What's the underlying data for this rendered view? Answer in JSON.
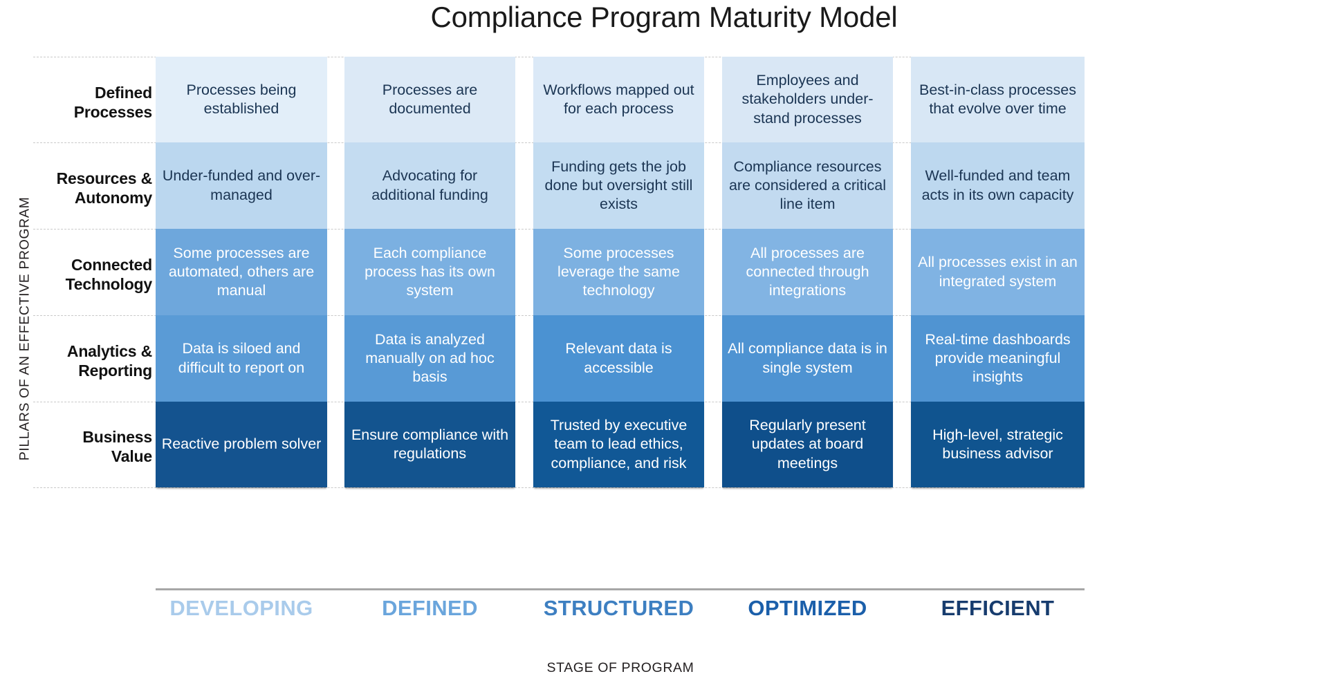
{
  "title": "Compliance Program Maturity Model",
  "axes": {
    "y_label": "PILLARS OF AN EFFECTIVE PROGRAM",
    "x_label": "STAGE OF PROGRAM"
  },
  "chart_data": {
    "type": "heatmap",
    "title": "Compliance Program Maturity Model",
    "xlabel": "STAGE OF PROGRAM",
    "ylabel": "PILLARS OF AN EFFECTIVE PROGRAM",
    "grid": true,
    "legend": "none",
    "categories": [
      "DEVELOPING",
      "DEFINED",
      "STRUCTURED",
      "OPTIMIZED",
      "EFFICIENT"
    ],
    "rows": [
      "Defined Processes",
      "Resources & Autonomy",
      "Connected Technology",
      "Analytics & Reporting",
      "Business Value"
    ],
    "maturity_levels": [
      1,
      2,
      3,
      4,
      5
    ],
    "cells": [
      [
        "Processes being established",
        "Processes are documented",
        "Workflows mapped out for each process",
        "Employees and stakeholders under-stand processes",
        "Best-in-class processes that evolve over time"
      ],
      [
        "Under-funded and over-managed",
        "Advocating for additional funding",
        "Funding gets the job done but oversight still exists",
        "Compliance resources are considered a critical line item",
        "Well-funded and team acts in its own capacity"
      ],
      [
        "Some processes are automated, others are manual",
        "Each compliance process has its own system",
        "Some processes leverage the same technology",
        "All processes are connected through integrations",
        "All processes exist in an integrated system"
      ],
      [
        "Data is siloed and difficult to report on",
        "Data is analyzed manually on ad hoc basis",
        "Relevant data is accessible",
        "All compliance data is in single system",
        "Real-time dashboards provide meaningful insights"
      ],
      [
        "Reactive problem solver",
        "Ensure compliance with regulations",
        "Trusted by executive team to lead ethics, compliance, and risk",
        "Regularly present updates at board meetings",
        "High-level, strategic business advisor"
      ]
    ]
  },
  "rows": [
    {
      "label_line1": "Defined",
      "label_line2": "Processes"
    },
    {
      "label_line1": "Resources &",
      "label_line2": "Autonomy"
    },
    {
      "label_line1": "Connected",
      "label_line2": "Technology"
    },
    {
      "label_line1": "Analytics &",
      "label_line2": "Reporting"
    },
    {
      "label_line1": "Business",
      "label_line2": "Value"
    }
  ],
  "stages": [
    {
      "label": "DEVELOPING",
      "color": "#a9cbeb"
    },
    {
      "label": "DEFINED",
      "color": "#6aa5dc"
    },
    {
      "label": "STRUCTURED",
      "color": "#3d7fc1"
    },
    {
      "label": "OPTIMIZED",
      "color": "#1b5faa"
    },
    {
      "label": "EFFICIENT",
      "color": "#173c6e"
    }
  ],
  "cells": {
    "c0": [
      {
        "text": "Processes being established",
        "bg": "#e2eef9",
        "text_color": "#1b3553"
      },
      {
        "text": "Under-funded and over-managed",
        "bg": "#bbd7ef",
        "text_color": "#1b3553"
      },
      {
        "text": "Some processes are automated, others are manual",
        "bg": "#6ea7dc",
        "text_color": "#ffffff"
      },
      {
        "text": "Data is siloed and difficult to report on",
        "bg": "#5a9bd6",
        "text_color": "#ffffff"
      },
      {
        "text": "Reactive problem solver",
        "bg": "#14538f",
        "text_color": "#ffffff"
      }
    ],
    "c1": [
      {
        "text": "Processes are documented",
        "bg": "#dce9f6",
        "text_color": "#1b3553"
      },
      {
        "text": "Advocating for additional funding",
        "bg": "#c4dcf1",
        "text_color": "#1b3553"
      },
      {
        "text": "Each compliance process has its own system",
        "bg": "#7bb0e1",
        "text_color": "#ffffff"
      },
      {
        "text": "Data is analyzed manually on ad hoc basis",
        "bg": "#589ad6",
        "text_color": "#ffffff"
      },
      {
        "text": "Ensure compliance with regulations",
        "bg": "#13548f",
        "text_color": "#ffffff"
      }
    ],
    "c2": [
      {
        "text": "Workflows mapped out for each process",
        "bg": "#dbe9f7",
        "text_color": "#1b3553"
      },
      {
        "text": "Funding gets the job done but oversight still exists",
        "bg": "#c3dcf1",
        "text_color": "#1b3553"
      },
      {
        "text": "Some processes leverage the same technology",
        "bg": "#7db1e1",
        "text_color": "#ffffff"
      },
      {
        "text": "Relevant data is accessible",
        "bg": "#4b92d2",
        "text_color": "#ffffff"
      },
      {
        "text": "Trusted by executive team to lead ethics, compliance, and risk",
        "bg": "#115896",
        "text_color": "#ffffff"
      }
    ],
    "c3": [
      {
        "text": "Employees and stakeholders under-stand processes",
        "bg": "#d9e7f5",
        "text_color": "#1b3553"
      },
      {
        "text": "Compliance resources are considered a critical line item",
        "bg": "#c2daf0",
        "text_color": "#1b3553"
      },
      {
        "text": "All processes are connected through integrations",
        "bg": "#82b4e3",
        "text_color": "#ffffff"
      },
      {
        "text": "All compliance data is in single system",
        "bg": "#4e93d2",
        "text_color": "#ffffff"
      },
      {
        "text": "Regularly present updates at board meetings",
        "bg": "#0f4f8b",
        "text_color": "#ffffff"
      }
    ],
    "c4": [
      {
        "text": "Best-in-class processes that evolve over time",
        "bg": "#d8e7f5",
        "text_color": "#1b3553"
      },
      {
        "text": "Well-funded and team acts in its own capacity",
        "bg": "#bdd8ef",
        "text_color": "#1b3553"
      },
      {
        "text": "All processes exist in an integrated system",
        "bg": "#80b3e3",
        "text_color": "#ffffff"
      },
      {
        "text": "Real-time dashboards provide meaningful insights",
        "bg": "#5094d2",
        "text_color": "#ffffff"
      },
      {
        "text": "High-level, strategic business advisor",
        "bg": "#10548f",
        "text_color": "#ffffff"
      }
    ]
  }
}
